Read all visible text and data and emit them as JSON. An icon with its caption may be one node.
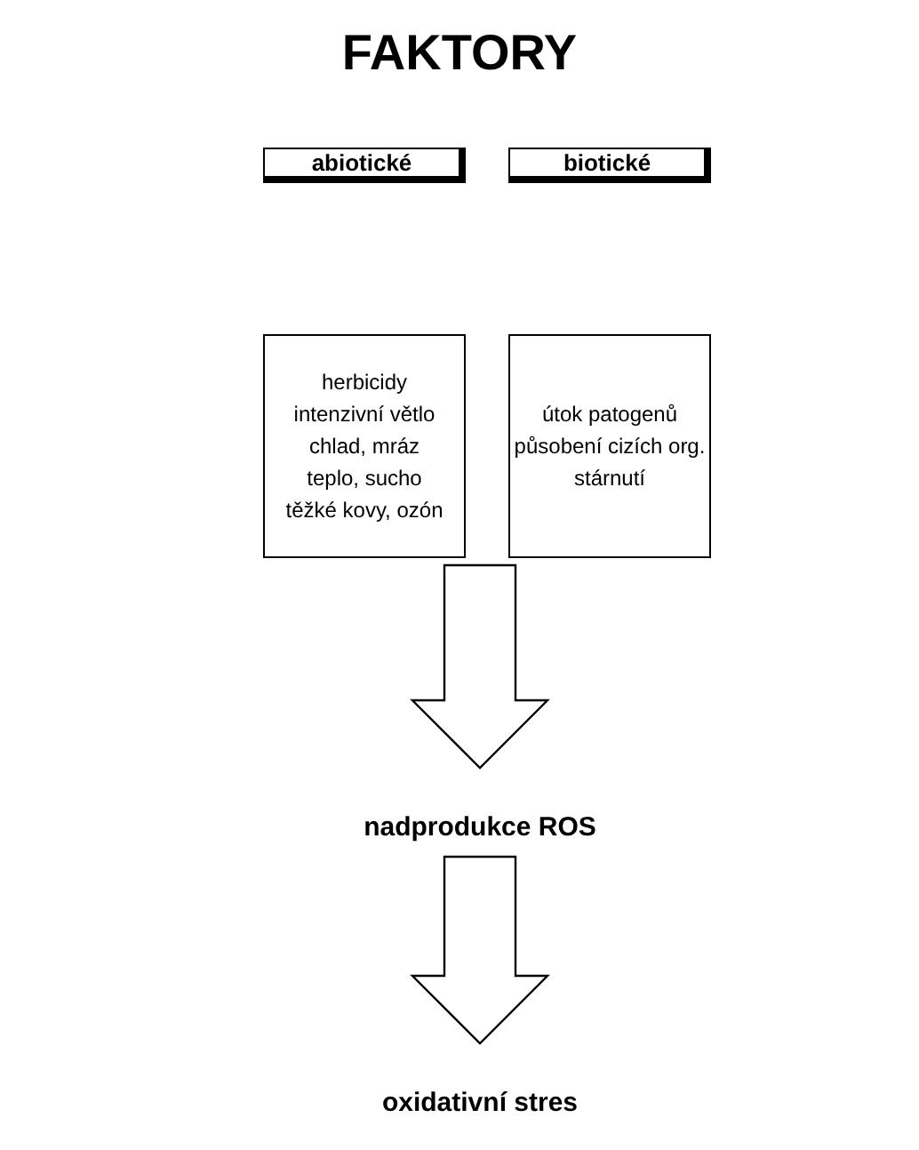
{
  "diagram": {
    "title": "FAKTORY",
    "nodes": [
      {
        "text": [
          "abiotické"
        ]
      },
      {
        "text": [
          "biotické"
        ]
      },
      {
        "text": [
          "herbicidy intenzivní větlo chlad, mráz teplo, sucho těžké kovy, ozón"
        ]
      },
      {
        "text": [
          "útok patogenů působení cizích org. stárnutí"
        ]
      },
      {
        "text": [
          "nadprodukce ROS"
        ]
      },
      {
        "text": [
          "oxidativní stres"
        ]
      }
    ],
    "edges": [
      {
        "from": 2,
        "to": 4,
        "arrow": "to"
      },
      {
        "from": 3,
        "to": 4,
        "arrow": "to"
      },
      {
        "from": 4,
        "to": 5,
        "arrow": "to"
      }
    ]
  }
}
